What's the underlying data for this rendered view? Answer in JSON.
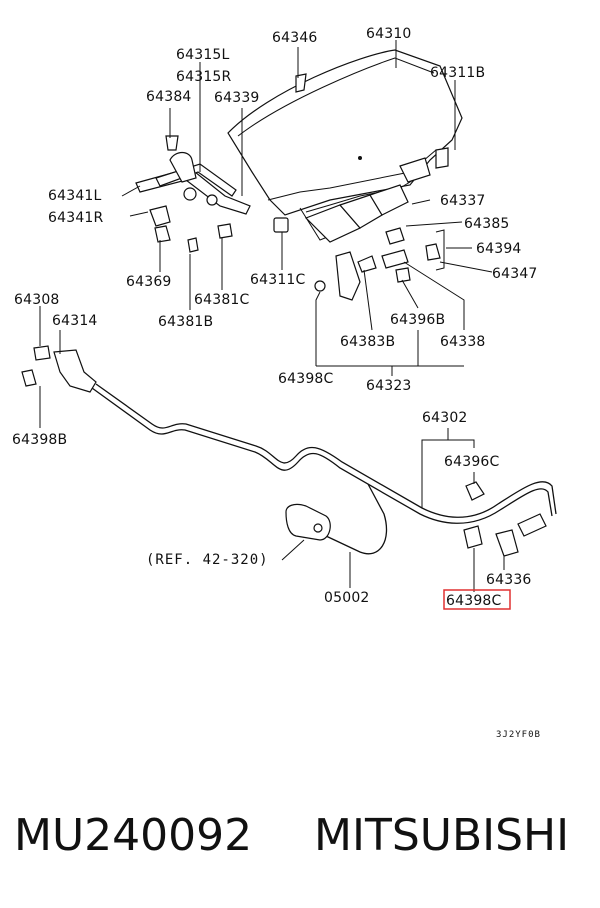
{
  "labels": {
    "p64346": "64346",
    "p64310": "64310",
    "p64315L": "64315L",
    "p64315R": "64315R",
    "p64311B": "64311B",
    "p64384": "64384",
    "p64339": "64339",
    "p64341L": "64341L",
    "p64341R": "64341R",
    "p64337": "64337",
    "p64385": "64385",
    "p64394": "64394",
    "p64347": "64347",
    "p64369": "64369",
    "p64311C": "64311C",
    "p64381C": "64381C",
    "p64381B": "64381B",
    "p64308": "64308",
    "p64314": "64314",
    "p64396B": "64396B",
    "p64383B": "64383B",
    "p64338": "64338",
    "p64398C_top": "64398C",
    "p64323": "64323",
    "p64398B": "64398B",
    "p64302": "64302",
    "p64396C": "64396C",
    "p64336": "64336",
    "p64398C_hl": "64398C",
    "p05002": "05002",
    "ref": "(REF. 42-320)",
    "code": "3J2YF0B"
  },
  "footer": {
    "part_number": "MU240092",
    "brand": "MITSUBISHI"
  },
  "highlight_color": "#e03030"
}
